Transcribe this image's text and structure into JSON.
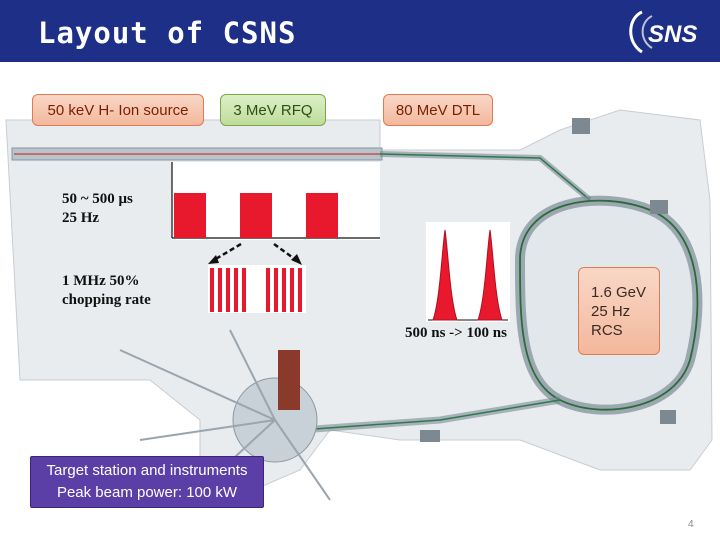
{
  "slide": {
    "title": "Layout of CSNS",
    "logo_text": "SNS",
    "page_number": "4"
  },
  "callouts": {
    "ion_source": "50 keV H- Ion source",
    "rfq": "3 MeV RFQ",
    "dtl": "80 MeV DTL",
    "rcs_energy": "1.6 GeV",
    "rcs_rate": "25 Hz",
    "rcs_label": "RCS",
    "target_line1": "Target station and instruments",
    "target_line2": "Peak beam power: 100 kW"
  },
  "annotations": {
    "macro_pulse_width": "50 ~ 500 μs",
    "macro_pulse_rate": "25 Hz",
    "chopping_line1": "1 MHz 50%",
    "chopping_line2": "chopping rate",
    "bunch_compression": "500 ns -> 100 ns"
  },
  "colors": {
    "header": "#1d2f86",
    "pulse_red": "#e8192c",
    "callout_orange": "#f3b89d",
    "callout_green": "#bfdc9a",
    "target_purple": "#5b3fa6"
  }
}
